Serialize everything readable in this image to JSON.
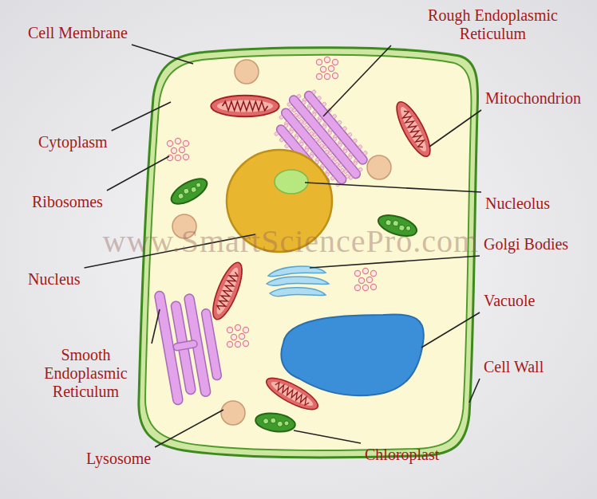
{
  "diagram": {
    "labels": [
      "Rough Endoplasmic Reticulum",
      "Cell Membrane",
      "Mitochondrion",
      "Cytoplasm",
      "Ribosomes",
      "Nucleolus",
      "Golgi Bodies",
      "www.SmartSciencePro.com",
      "Nucleus",
      "Vacuole",
      "Smooth Endoplasmic Reticulum",
      "Cell Wall",
      "Chloroplast",
      "Lysosome"
    ]
  }
}
